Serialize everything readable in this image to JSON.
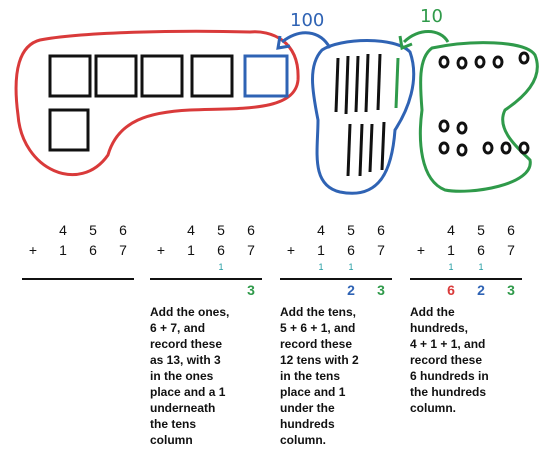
{
  "colors": {
    "red": "#d93a3a",
    "blue": "#2f63b4",
    "green": "#2f9a4a",
    "teal": "#1f9aa0",
    "black": "#111111"
  },
  "annotations": {
    "hundred_label": "100",
    "ten_label": "10"
  },
  "columns": [
    {
      "top": [
        "",
        "4",
        "5",
        "6"
      ],
      "bottom": [
        "+",
        "1",
        "6",
        "7"
      ],
      "carry": [
        "",
        "",
        "",
        ""
      ],
      "result": [
        "",
        "",
        "",
        ""
      ],
      "description": []
    },
    {
      "top": [
        "",
        "4",
        "5",
        "6"
      ],
      "bottom": [
        "+",
        "1",
        "6",
        "7"
      ],
      "carry": [
        "",
        "",
        "1",
        ""
      ],
      "result": [
        "",
        "",
        "",
        "3"
      ],
      "description": [
        "Add the ones,",
        "6 + 7, and",
        "record these",
        "as 13, with 3",
        "in the ones",
        "place and a 1",
        "underneath",
        "the tens",
        "column"
      ]
    },
    {
      "top": [
        "",
        "4",
        "5",
        "6"
      ],
      "bottom": [
        "+",
        "1",
        "6",
        "7"
      ],
      "carry": [
        "",
        "1",
        "1",
        ""
      ],
      "result": [
        "",
        "",
        "2",
        "3"
      ],
      "description": [
        "Add the tens,",
        "5 + 6 + 1, and",
        "record these",
        "12 tens with 2",
        "in the tens",
        "place and 1",
        "under the",
        "hundreds",
        "column."
      ]
    },
    {
      "top": [
        "",
        "4",
        "5",
        "6"
      ],
      "bottom": [
        "+",
        "1",
        "6",
        "7"
      ],
      "carry": [
        "",
        "1",
        "1",
        ""
      ],
      "result": [
        "",
        "6",
        "2",
        "3"
      ],
      "description": [
        "Add the",
        "hundreds,",
        "4 + 1 + 1, and",
        "record these",
        "6 hundreds in",
        "the hundreds",
        "column."
      ]
    }
  ]
}
